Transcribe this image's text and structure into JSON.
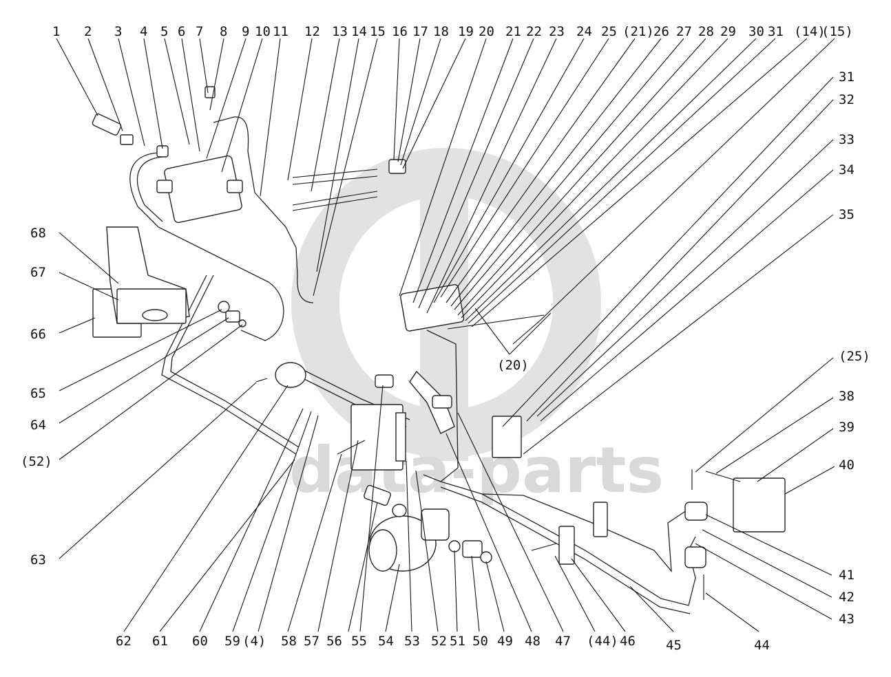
{
  "watermark": {
    "text": "data-parts",
    "color": "#cfcfcf"
  },
  "labels_top": [
    "1",
    "2",
    "3",
    "4",
    "5",
    "6",
    "7",
    "8",
    "9",
    "10",
    "11",
    "12",
    "13",
    "14",
    "15",
    "16",
    "17",
    "18",
    "19",
    "20",
    "21",
    "22",
    "23",
    "24",
    "25",
    "(21)",
    "26",
    "27",
    "28",
    "29",
    "30",
    "31",
    "(14)",
    "(15)"
  ],
  "labels_right": [
    "31",
    "32",
    "33",
    "34",
    "35",
    "(25)",
    "38",
    "39",
    "40",
    "41",
    "42",
    "43"
  ],
  "labels_left": [
    "68",
    "67",
    "66",
    "65",
    "64",
    "(52)",
    "63"
  ],
  "labels_bottom": [
    "62",
    "61",
    "60",
    "59",
    "(4)",
    "58",
    "57",
    "56",
    "55",
    "54",
    "53",
    "52",
    "51",
    "50",
    "49",
    "48",
    "47",
    "(44)",
    "46",
    "45",
    "44"
  ],
  "label_mid": "(20)"
}
